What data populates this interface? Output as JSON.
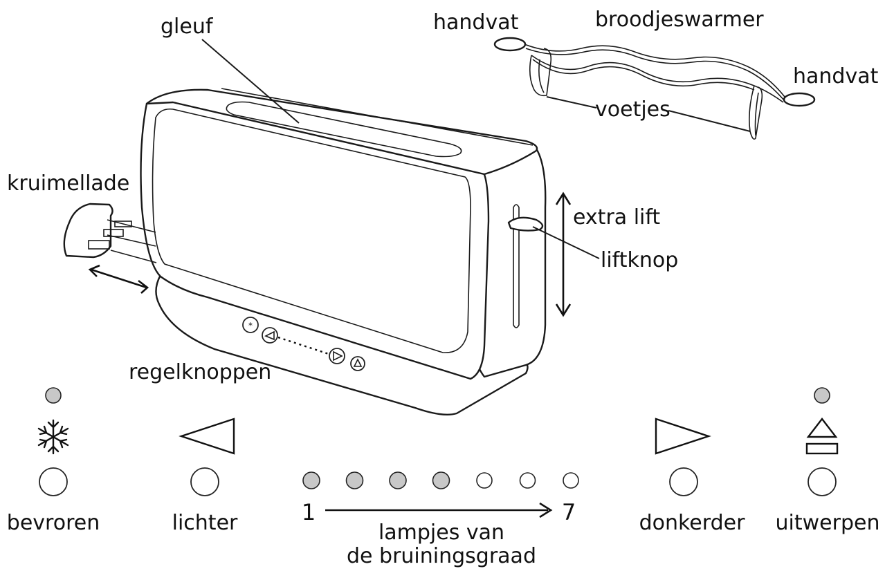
{
  "labels": {
    "gleuf": "gleuf",
    "handvat_left": "handvat",
    "broodjeswarmer": "broodjeswarmer",
    "handvat_right": "handvat",
    "voetjes": "voetjes",
    "kruimellade": "kruimellade",
    "extra_lift": "extra lift",
    "liftknop": "liftknop",
    "regelknoppen": "regelknoppen"
  },
  "panel": {
    "bevroren": "bevroren",
    "lichter": "lichter",
    "donkerder": "donkerder",
    "uitwerpen": "uitwerpen",
    "scale_start": "1",
    "scale_end": "7",
    "lamps_line1": "lampjes van",
    "lamps_line2": "de bruiningsgraad"
  },
  "browning_lamps": {
    "count": 7,
    "lit": 4
  },
  "colors": {
    "lamp_lit": "#c8c8c8",
    "lamp_off": "#ffffff",
    "stroke": "#1a1a1a"
  },
  "icons": [
    "snowflake-icon",
    "triangle-left-icon",
    "triangle-right-icon",
    "eject-icon"
  ]
}
